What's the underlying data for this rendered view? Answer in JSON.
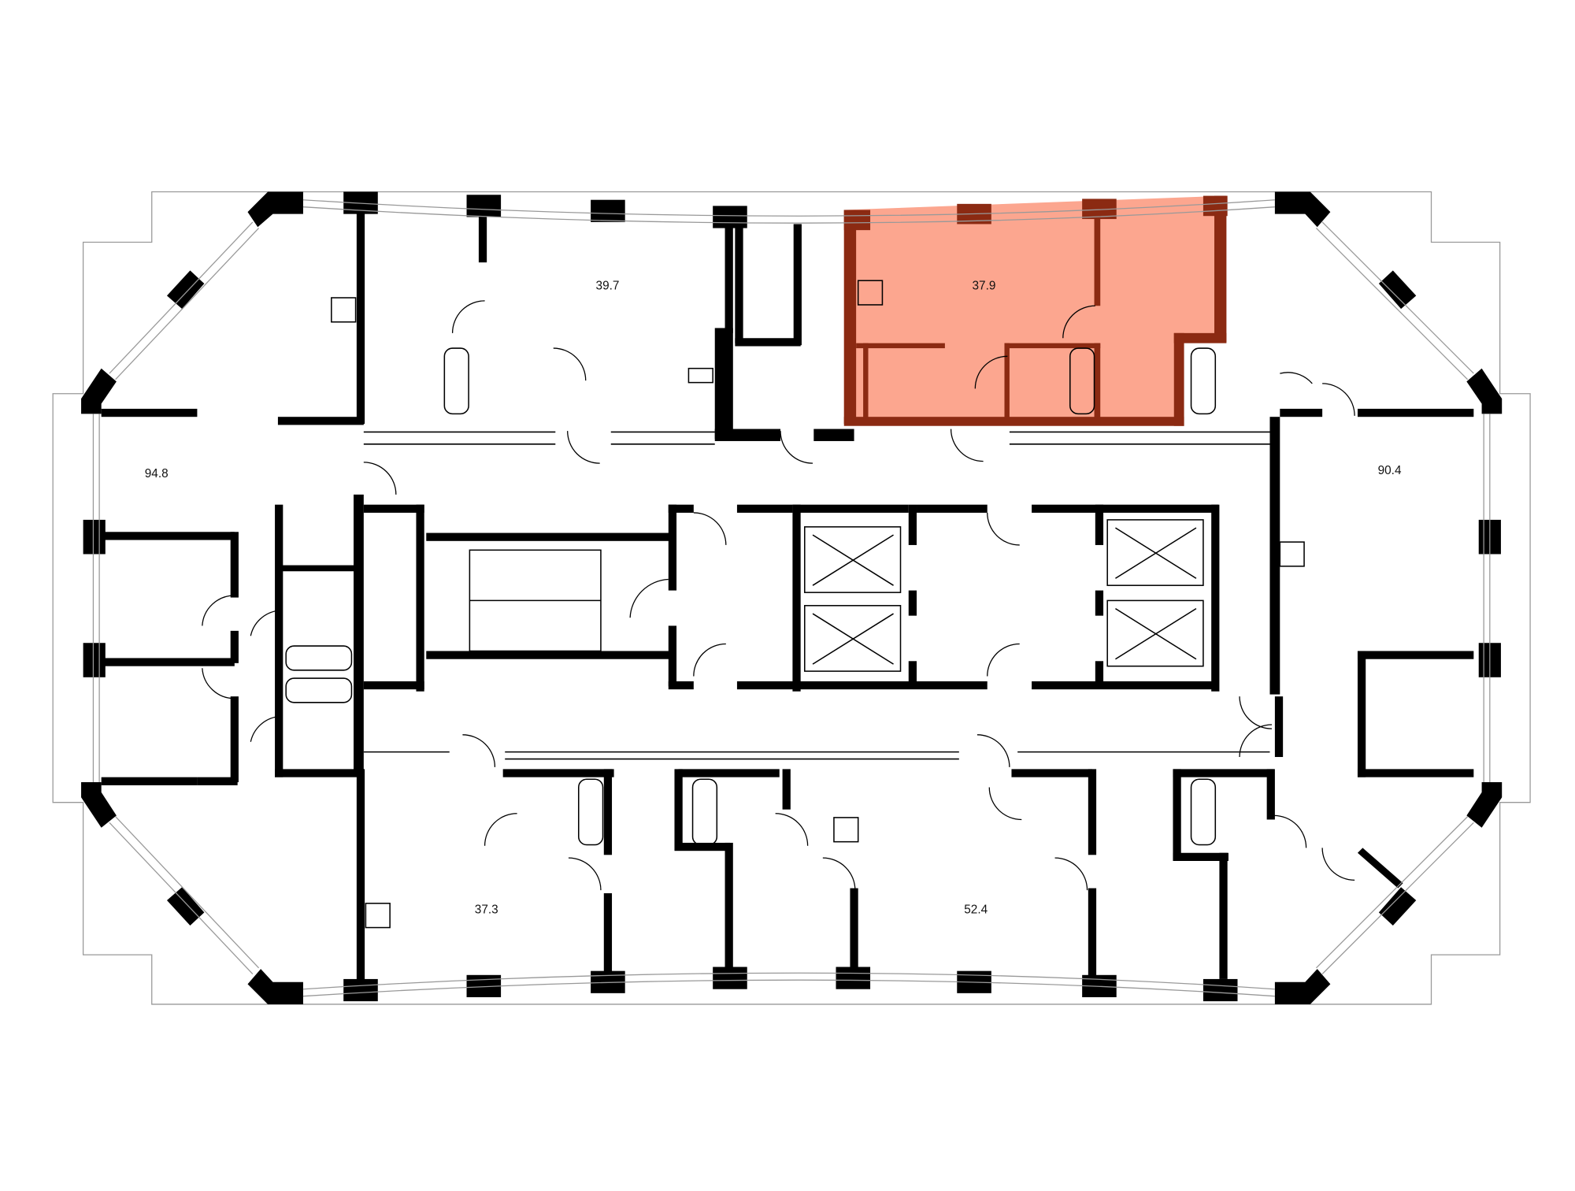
{
  "plan": {
    "highlight_color": "#fca68f",
    "highlight_wall_color": "#8b2a12",
    "wall_color": "#000000",
    "apartments": [
      {
        "id": "apt-top-left-center",
        "area": "39.7"
      },
      {
        "id": "apt-top-highlighted",
        "area": "37.9",
        "highlighted": true
      },
      {
        "id": "apt-left",
        "area": "94.8"
      },
      {
        "id": "apt-right",
        "area": "90.4"
      },
      {
        "id": "apt-bottom-left",
        "area": "37.3"
      },
      {
        "id": "apt-bottom-center",
        "area": "52.4"
      }
    ]
  }
}
